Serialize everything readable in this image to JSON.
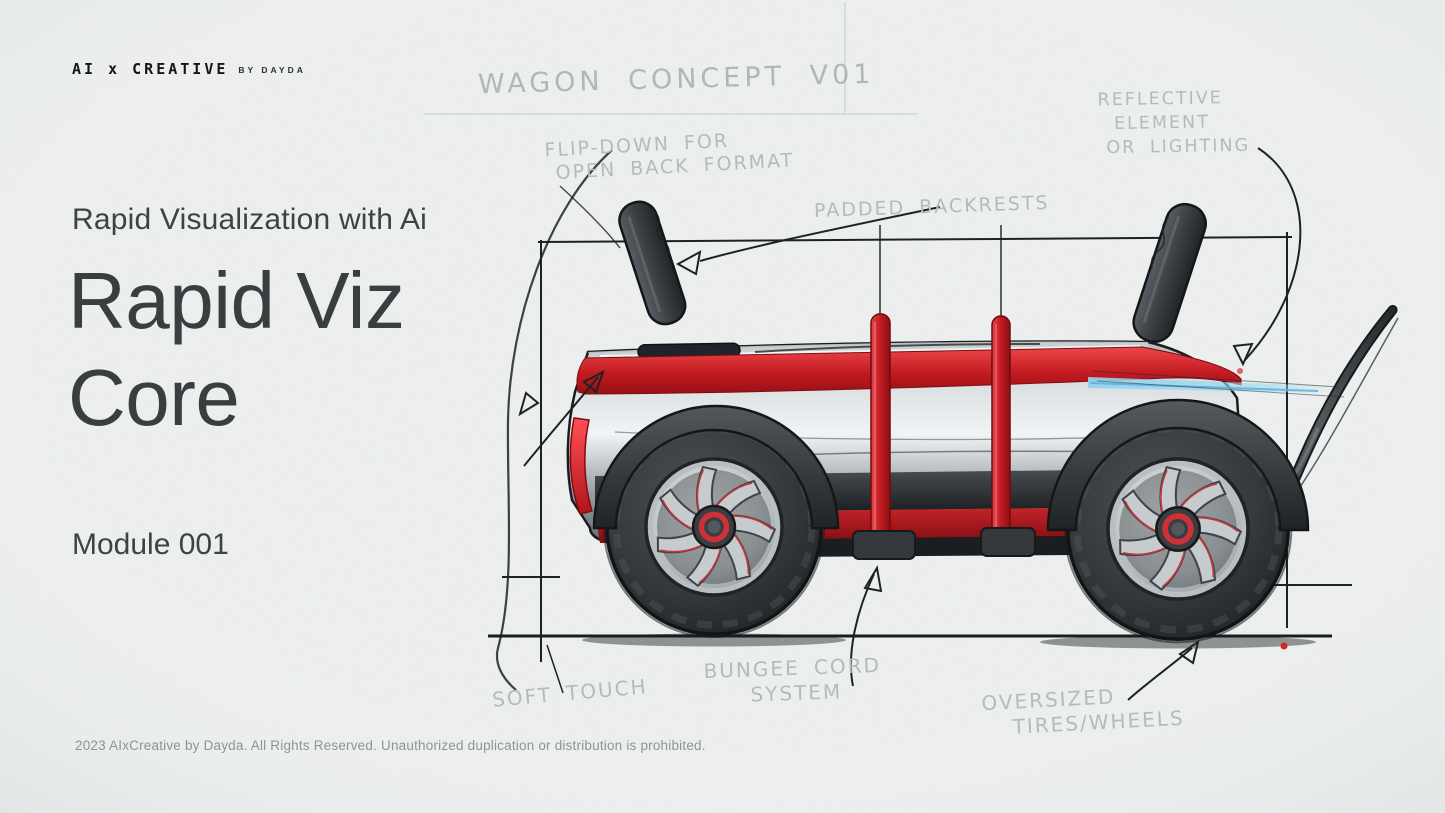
{
  "meta": {
    "background": "#edf0ef",
    "ink": "#1f2224",
    "accent_red": "#c1272d",
    "accent_blue": "#7ec8e8",
    "annotation_gray": "#b4babd"
  },
  "logo": {
    "brand": "AI x CREATIVE",
    "byline": "BY DAYDA"
  },
  "hero": {
    "kicker": "Rapid Visualization with Ai",
    "title_line1": "Rapid Viz",
    "title_line2": "Core",
    "module": "Module 001"
  },
  "footer": {
    "copyright": "2023 AIxCreative by Dayda. All Rights Reserved. Unauthorized duplication or distribution is prohibited."
  },
  "sketch": {
    "title": "WAGON CONCEPT V01",
    "annotations": {
      "flip_down_1": "FLIP-DOWN FOR",
      "flip_down_2": "OPEN BACK FORMAT",
      "padded": "PADDED BACKRESTS",
      "reflective_1": "REFLECTIVE",
      "reflective_2": "ELEMENT",
      "reflective_3": "OR LIGHTING",
      "soft_touch": "SOFT TOUCH",
      "bungee_1": "BUNGEE CORD",
      "bungee_2": "SYSTEM",
      "oversized_1": "OVERSIZED",
      "oversized_2": "TIRES/WHEELS"
    }
  }
}
